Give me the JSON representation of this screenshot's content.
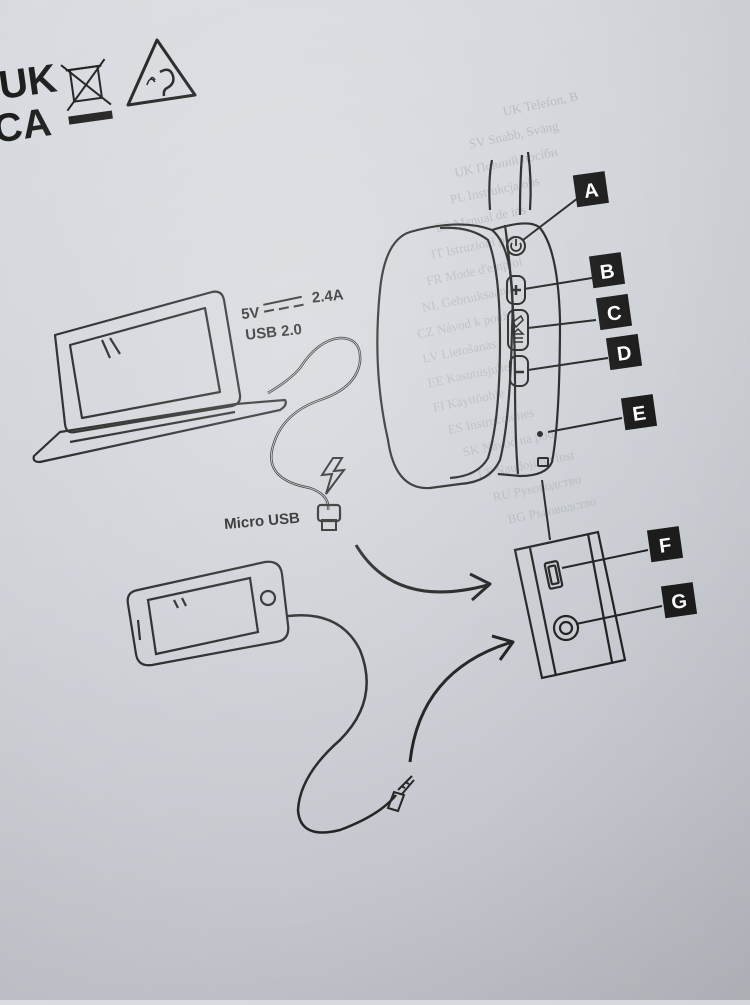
{
  "marks": {
    "ukca_line1": "UK",
    "ukca_line2": "CA"
  },
  "power": {
    "voltage": "5V",
    "current": "2.4A",
    "standard": "USB 2.0"
  },
  "labels": {
    "micro_usb": "Micro USB"
  },
  "callouts": [
    "A",
    "B",
    "C",
    "D",
    "E",
    "F",
    "G"
  ],
  "icons": [
    "weee-crossed-bin-icon",
    "hearing-warning-icon",
    "laptop-icon",
    "smartphone-icon",
    "micro-usb-plug-icon",
    "aux-jack-plug-icon",
    "charging-bolt-icon",
    "headphone-earcup-icon",
    "power-button-icon",
    "volume-up-button-icon",
    "call-play-button-icon",
    "volume-down-button-icon",
    "microphone-hole-icon",
    "micro-usb-port-icon",
    "aux-port-icon"
  ],
  "colors": {
    "ink": "#1c1c1c",
    "paper": "#d2d6db",
    "label_text": "#ffffff"
  }
}
